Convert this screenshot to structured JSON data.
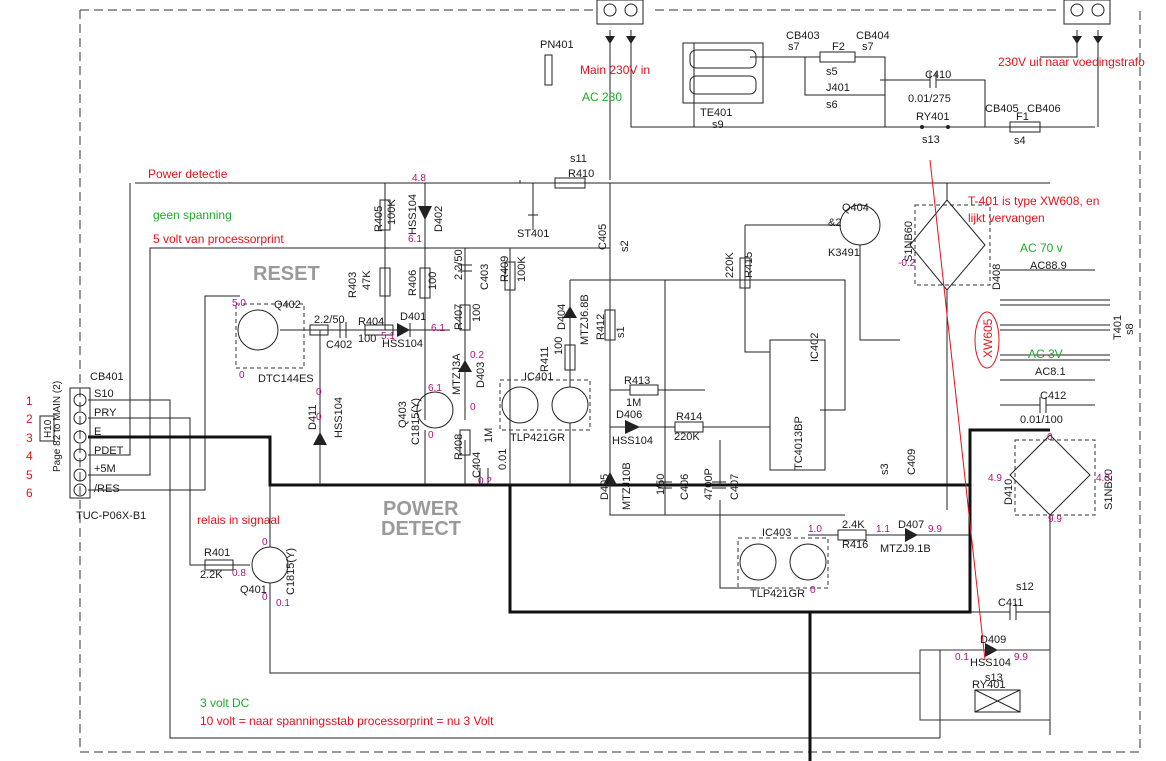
{
  "colors": {
    "wire": "#222222",
    "annotation_red": "#e3121b",
    "annotation_green": "#1faa2b",
    "voltage_magenta": "#b0107f",
    "block_label_gray": "#9a9a9a"
  },
  "annotations": {
    "main_230_in": "Main 230V in",
    "ac_230": "AC 230",
    "out_230": "230V uit naar voedingstrafo",
    "power_detect": "Power detectie",
    "geen_spanning": "geen spanning",
    "five_volt": "5 volt van processorprint",
    "t401_line1": "T-401 is type XW608, en",
    "t401_line2": "lijkt vervangen",
    "ac_70": "AC 70 v",
    "ac_3": "AC 3V",
    "relais": "relais in signaal",
    "three_volt": "3 volt DC",
    "ten_volt": "10 volt = naar spanningsstab processorprint = nu 3 Volt"
  },
  "blocks": {
    "reset": "RESET",
    "power": "POWER",
    "detect": "DETECT"
  },
  "connector": {
    "name": "CB401",
    "part": "TUC-P06X-B1",
    "page_ref": "Page 82 to MAIN (2)",
    "page_box": "H10",
    "pins": [
      {
        "n": "1",
        "label": "S10"
      },
      {
        "n": "2",
        "label": "PRY"
      },
      {
        "n": "3",
        "label": "E"
      },
      {
        "n": "4",
        "label": "PDET"
      },
      {
        "n": "5",
        "label": "+5M"
      },
      {
        "n": "6",
        "label": "/RES"
      }
    ]
  },
  "components": {
    "pn401": "PN401",
    "te401": "TE401",
    "s9": "s9",
    "cb403": "CB403",
    "cb404": "CB404",
    "s7a": "s7",
    "s7b": "s7",
    "f2": "F2",
    "s5": "s5",
    "j401": "J401",
    "s6": "s6",
    "c410": "C410",
    "c410v": "0.01/275",
    "ry401": "RY401",
    "s13": "s13",
    "cb405": "CB405",
    "cb406": "CB406",
    "f1": "F1",
    "s4": "s4",
    "s11": "s11",
    "r410": "R410",
    "st401": "ST401",
    "c405": "C405",
    "s2": "s2",
    "q404": "Q404",
    "q404k": "&2",
    "k3491": "K3491",
    "s1nb60": "S1NB60",
    "r415": "R415",
    "r415v": "220K",
    "t401": "T401",
    "s8": "s8",
    "d408": "D408",
    "ac889": "AC88.9",
    "xw605": "XW605",
    "ac81": "AC8.1",
    "c412": "C412",
    "c412v": "0.01/100",
    "d410": "D410",
    "s1nb20": "S1NB20",
    "r405": "R405",
    "r405v": "100K",
    "d402": "D402",
    "hss104a": "HSS104",
    "r403": "R403",
    "r403v": "47K",
    "r406": "R406",
    "r406v": "100",
    "c403": "C403",
    "c403v": "2.2/50",
    "r409": "R409",
    "r409v": "100K",
    "r407": "R407",
    "r407v": "100",
    "q402": "Q402",
    "dtc": "DTC144ES",
    "c402": "C402",
    "c402v": "2.2/50",
    "r404": "R404",
    "r404v": "100",
    "d401": "D401",
    "hss104b": "HSS104",
    "d411": "D411",
    "hss104c": "HSS104",
    "q403": "Q403",
    "c1815a": "C1815(Y)",
    "d403": "D403",
    "mtzj3a": "MTZJ3A",
    "r408": "R408",
    "r408v": "1M",
    "c404": "C404",
    "c404v": "0.01",
    "ic401": "IC401",
    "tlp1": "TLP421GR",
    "r411": "R411",
    "r411v": "100",
    "d404": "D404",
    "mtzj68": "MTZJ6.8B",
    "r412": "R412",
    "s1": "s1",
    "r413": "R413",
    "r413v": "1M",
    "d406": "D406",
    "hss104d": "HSS104",
    "r414": "R414",
    "r414v": "220K",
    "ic402": "IC402",
    "tc4013": "TC4013BP",
    "d405": "D405",
    "mtzj10b": "MTZJ10B",
    "c406": "C406",
    "c406v": "1/50",
    "c407": "C407",
    "c407v": "4700P",
    "s3": "s3",
    "c409": "C409",
    "ic403": "IC403",
    "tlp2": "TLP421GR",
    "r416": "R416",
    "r416v": "2.4K",
    "d407": "D407",
    "mtzj91": "MTZJ9.1B",
    "s12": "s12",
    "c411": "C411",
    "d409": "D409",
    "hss104e": "HSS104",
    "s13b": "s13",
    "ry401b": "RY401",
    "r401": "R401",
    "r401v": "2.2K",
    "q401": "Q401",
    "c1815b": "C1815(Y)"
  },
  "voltages": {
    "v48": "4.8",
    "v61a": "6.1",
    "v50": "5.0",
    "v51": "5.1",
    "v61b": "6.1",
    "v0a": "0",
    "v0b": "0",
    "v0c": "0",
    "v61c": "6.1",
    "v0d": "0",
    "v02a": "0.2",
    "v02b": "0.2",
    "v0e": "0",
    "v0f": "0",
    "v0g": "0",
    "v08": "0.8",
    "v01": "0.1",
    "v10": "1.0",
    "v11": "1.1",
    "v99a": "9.9",
    "v02c": "-0.2",
    "v0h": "0",
    "v49": "4.9",
    "v43": "4.3",
    "v99b": "9.9",
    "v01b": "0.1",
    "v99c": "9.9",
    "v0i": "0"
  }
}
